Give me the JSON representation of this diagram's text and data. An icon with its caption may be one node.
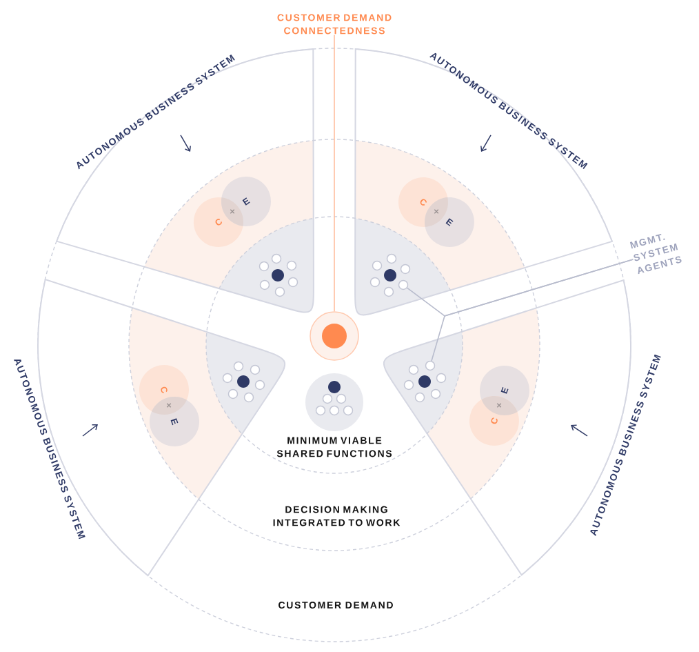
{
  "diagram": {
    "nodes": [
      {
        "text": [
          "CUSTOMER DEMAND CONNECTEDNESS"
        ]
      },
      {
        "text": [],
        "shape": "circle"
      },
      {
        "text": [
          "MGMT. SYSTEM AGENTS"
        ]
      },
      {
        "text": [],
        "shape": "circle"
      },
      {
        "text": [],
        "shape": "circle"
      },
      {
        "text": [
          "C"
        ]
      },
      {
        "text": [
          "E"
        ]
      },
      {
        "text": [
          "C"
        ]
      },
      {
        "text": [
          "E"
        ]
      },
      {
        "text": [
          "C"
        ]
      },
      {
        "text": [
          "E"
        ]
      },
      {
        "text": [
          "E"
        ]
      },
      {
        "text": [
          "C"
        ]
      }
    ],
    "edges": [
      {
        "from": 0,
        "to": 1,
        "arrow": "none",
        "color": "#ffbf9f"
      },
      {
        "from": 2,
        "to": 3,
        "arrow": "none"
      },
      {
        "from": 2,
        "to": 4,
        "arrow": "none"
      }
    ],
    "labels": [
      "AUTONOMOUS BUSINESS SYSTEM",
      "AUTONOMOUS BUSINESS SYSTEM",
      "×",
      "×",
      "×",
      "×",
      "AUTONOMOUS BUSINESS SYSTEM",
      "AUTONOMOUS BUSINESS SYSTEM",
      "MINIMUM VIABLE SHARED FUNCTIONS",
      "DECISION MAKING INTEGRATED TO WORK",
      "CUSTOMER DEMAND"
    ]
  }
}
